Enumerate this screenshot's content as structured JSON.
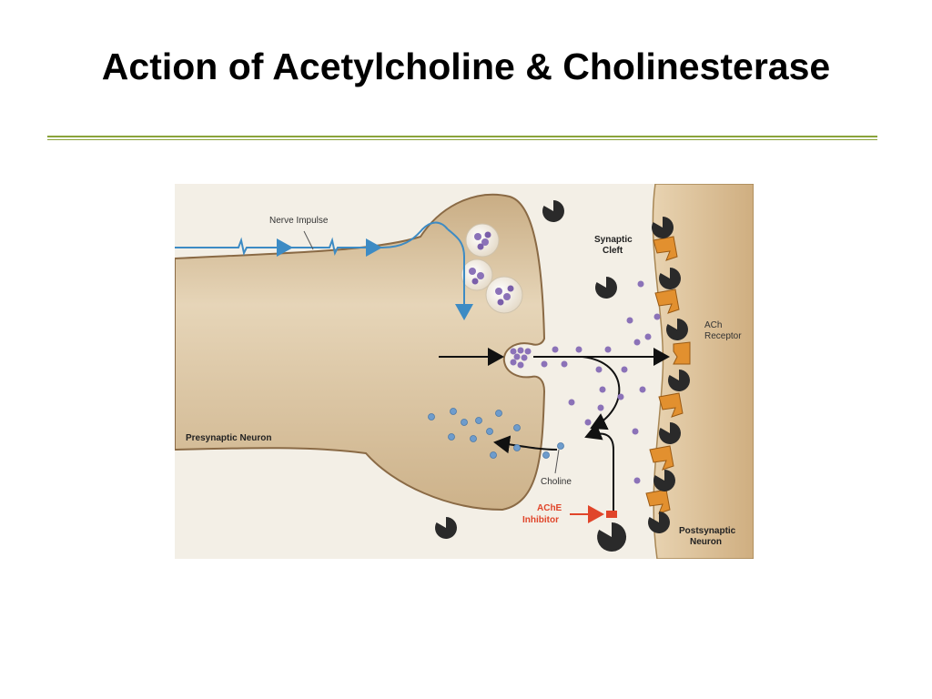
{
  "slide": {
    "title": "Action of Acetylcholine & Cholinesterase"
  },
  "colors": {
    "rule": "#8aa33a",
    "background": "#ffffff",
    "cleft": "#f1ece1",
    "neuron_body": "#dcc6a2",
    "neuron_outline": "#8a6a45",
    "postsynaptic": "#d9bc92",
    "impulse": "#3d8bc4",
    "ach": "#8b72b8",
    "choline": "#6e9ccc",
    "receptor": "#e2902f",
    "enzyme": "#2a2a2a",
    "inhibitor": "#e0452a"
  },
  "diagram": {
    "labels": {
      "nerve_impulse": "Nerve Impulse",
      "synaptic_cleft_line1": "Synaptic",
      "synaptic_cleft_line2": "Cleft",
      "ach_receptor_line1": "ACh",
      "ach_receptor_line2": "Receptor",
      "presynaptic_neuron": "Presynaptic Neuron",
      "choline": "Choline",
      "ache_inhibitor_line1": "AChE",
      "ache_inhibitor_line2": "Inhibitor",
      "postsynaptic_line1": "Postsynaptic",
      "postsynaptic_line2": "Neuron"
    },
    "icons": {
      "enzyme": "ache-enzyme-icon",
      "receptor": "ach-receptor-icon",
      "vesicle": "synaptic-vesicle-icon"
    }
  }
}
